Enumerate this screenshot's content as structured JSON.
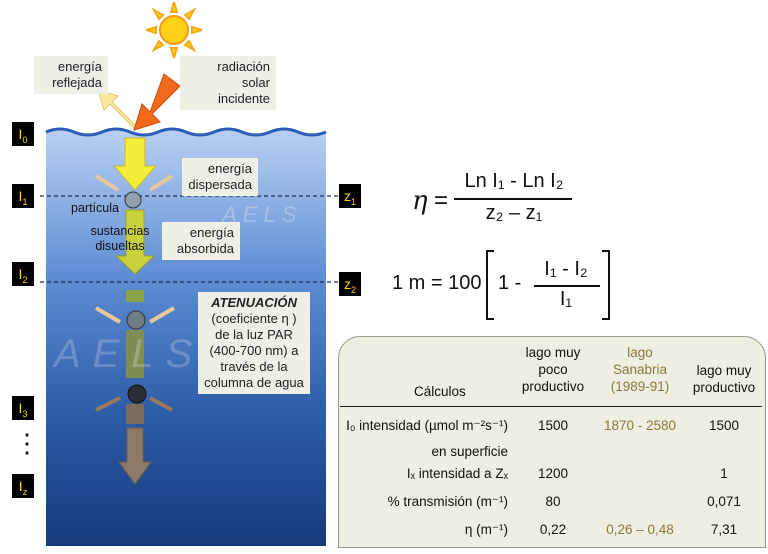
{
  "labels": {
    "reflected": [
      "energía",
      "reflejada"
    ],
    "incident": [
      "radiación solar",
      "incidente"
    ],
    "scattered": [
      "energía",
      "dispersada"
    ],
    "particle": "partícula",
    "dissolved": [
      "sustancias",
      "disueltas"
    ],
    "absorbed": [
      "energía",
      "absorbida"
    ],
    "attenuation_title": "ATENUACIÓN",
    "attenuation_body": [
      "(coeficiente η )",
      "de la luz PAR",
      "(400-700 nm) a",
      "través de la",
      "columna de agua"
    ],
    "watermark": "AELS"
  },
  "levels": {
    "i0": {
      "base": "I",
      "sub": "0"
    },
    "i1": {
      "base": "I",
      "sub": "1"
    },
    "i2": {
      "base": "I",
      "sub": "2"
    },
    "i3": {
      "base": "I",
      "sub": "3"
    },
    "dots": "⋮",
    "iz": {
      "base": "I",
      "sub": "z"
    },
    "z1": {
      "base": "z",
      "sub": "1"
    },
    "z2": {
      "base": "z",
      "sub": "2"
    }
  },
  "equations": {
    "eta_symbol": "η",
    "equals": "=",
    "eta_num": "Ln I₁ - Ln I₂",
    "eta_den": "z₂ – z₁",
    "m_left": "1 m = 100",
    "m_inner": "1 -",
    "m_num": "I₁ - I₂",
    "m_den": "I₁"
  },
  "table": {
    "col_header_label": "Cálculos",
    "col1": [
      "lago muy",
      "poco",
      "productivo"
    ],
    "col2": [
      "lago",
      "Sanabria",
      "(1989-91)"
    ],
    "col3": [
      "lago muy",
      "productivo"
    ],
    "rows": [
      {
        "label": "I₀ intensidad (µmol m⁻²s⁻¹)",
        "c1": "1500",
        "c2": "1870 - 2580",
        "c3": "1500"
      },
      {
        "label": "en superficie",
        "c1": "",
        "c2": "",
        "c3": ""
      },
      {
        "label": "Iₓ intensidad a Zₓ",
        "c1": "1200",
        "c2": "",
        "c3": "1"
      },
      {
        "label": "% transmisión (m⁻¹)",
        "c1": "80",
        "c2": "",
        "c3": "0,071"
      },
      {
        "label": "η (m⁻¹)",
        "c1": "0,22",
        "c2": "0,26 – 0,48",
        "c3": "7,31"
      }
    ]
  },
  "colors": {
    "sanabria": "#8c7a3a",
    "water_top": "#a9c4ee",
    "water_bottom": "#163a7a",
    "sun": "#ffd21a",
    "incident_arrow": "#f26a1b",
    "level_text": "#ffd800"
  }
}
